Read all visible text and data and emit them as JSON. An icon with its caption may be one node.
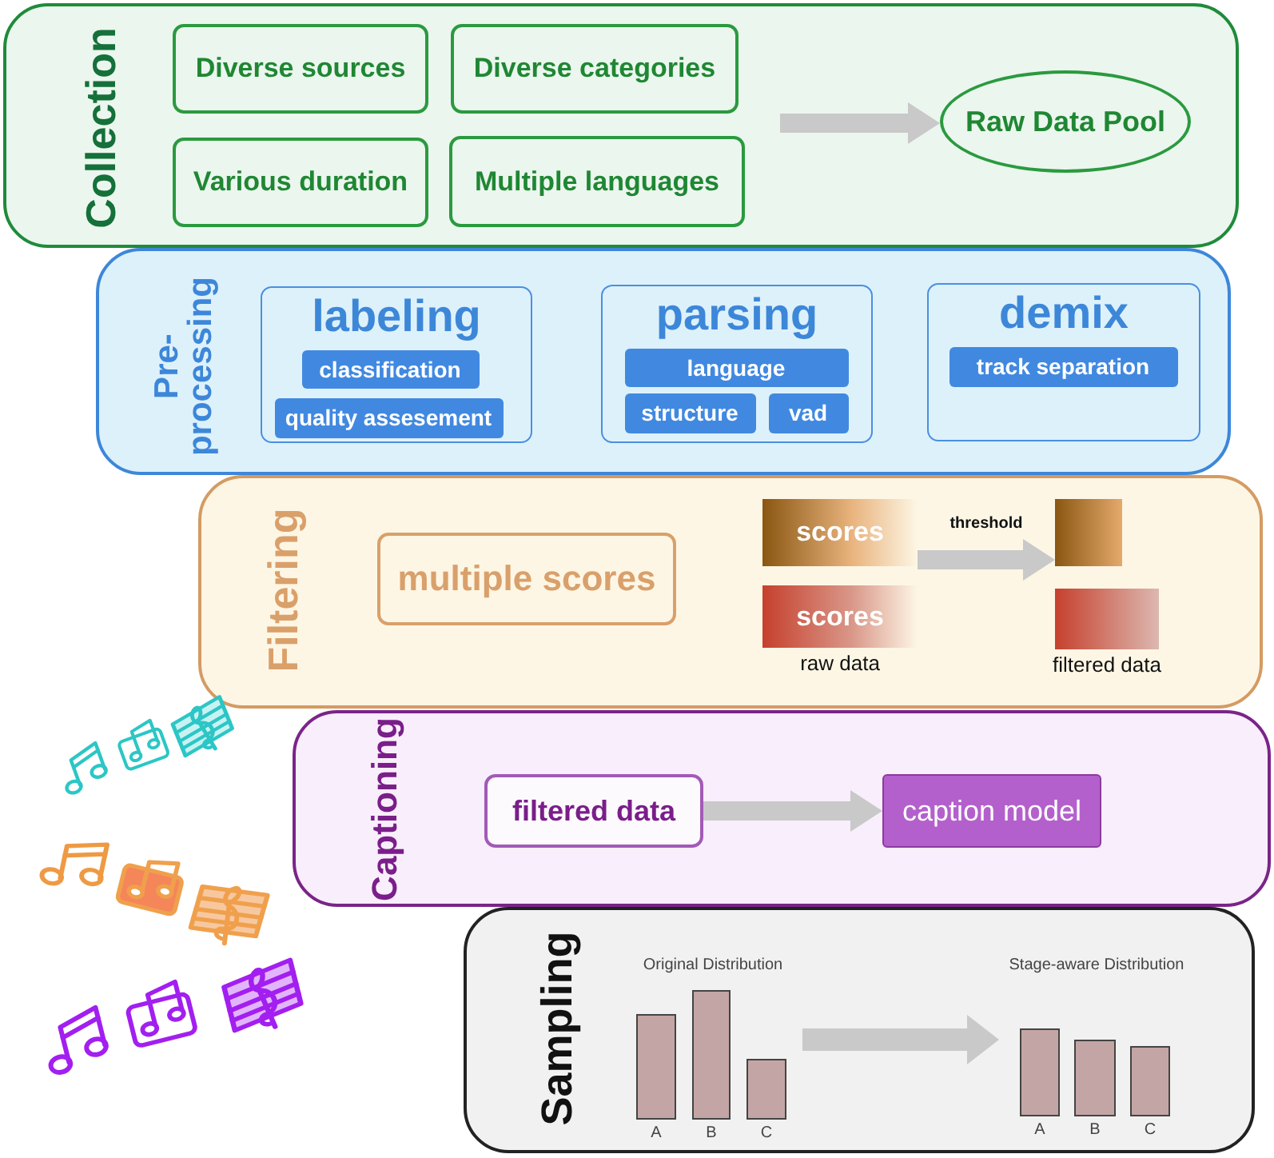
{
  "diagram": {
    "nodes": [
      {
        "text": [
          "Collection"
        ]
      },
      {
        "text": [
          "Diverse sources"
        ],
        "in": 0
      },
      {
        "text": [
          "Diverse categories"
        ],
        "in": 0
      },
      {
        "text": [
          "Various duration"
        ],
        "in": 0
      },
      {
        "text": [
          "Multiple languages"
        ],
        "in": 0
      },
      {
        "text": [
          "Raw Data Pool"
        ],
        "in": 0
      },
      {
        "text": [
          "Pre- processing"
        ]
      },
      {
        "text": [
          "labeling"
        ],
        "in": 6
      },
      {
        "text": [
          "classification"
        ],
        "in": 7
      },
      {
        "text": [
          "quality assesement"
        ],
        "in": 7
      },
      {
        "text": [
          "parsing"
        ],
        "in": 6
      },
      {
        "text": [
          "language"
        ],
        "in": 10
      },
      {
        "text": [
          "structure"
        ],
        "in": 10
      },
      {
        "text": [
          "vad"
        ],
        "in": 10
      },
      {
        "text": [
          "demix"
        ],
        "in": 6
      },
      {
        "text": [
          "track separation"
        ],
        "in": 14
      },
      {
        "text": [
          "Filtering"
        ]
      },
      {
        "text": [
          "multiple scores"
        ],
        "in": 16
      },
      {
        "text": [
          "scores"
        ],
        "in": 16
      },
      {
        "text": [
          "scores"
        ],
        "in": 16,
        "beside": [
          "raw data"
        ]
      },
      {
        "text": [],
        "shape": "box",
        "in": 16
      },
      {
        "text": [],
        "shape": "box",
        "in": 16,
        "beside": [
          "filtered data"
        ]
      },
      {
        "text": [
          "Captioning"
        ]
      },
      {
        "text": [
          "filtered data"
        ],
        "in": 22
      },
      {
        "text": [
          "caption model"
        ],
        "in": 22
      },
      {
        "text": [
          "Sampling"
        ]
      },
      {
        "text": [
          "Original Distribution",
          "A",
          "B",
          "C"
        ],
        "in": 25
      },
      {
        "text": [
          "Stage-aware Distribution",
          "A",
          "B",
          "C"
        ],
        "in": 25
      }
    ],
    "edges": [
      {
        "from": null,
        "to": 5,
        "arrow": "to"
      },
      {
        "from": 18,
        "to": 20,
        "arrow": "to",
        "label": "threshold"
      },
      {
        "from": 23,
        "to": 24,
        "arrow": "to"
      },
      {
        "from": 26,
        "to": 27,
        "arrow": "to"
      }
    ]
  }
}
